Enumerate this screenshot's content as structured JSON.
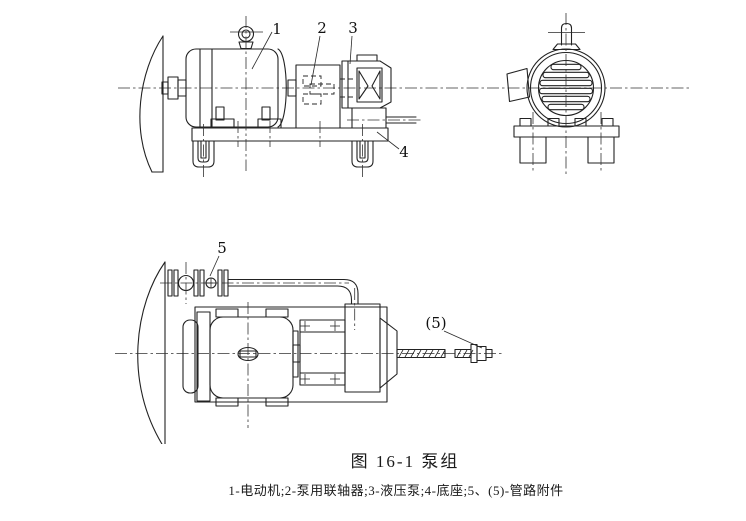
{
  "figure": {
    "caption": "图 16-1  泵组",
    "legend": "1-电动机;2-泵用联轴器;3-液压泵;4-底座;5、(5)-管路附件",
    "callouts": {
      "motor": "1",
      "coupling": "2",
      "pump": "3",
      "base": "4",
      "pipe_fitting": "5",
      "pipe_fitting_alt": "(5)"
    },
    "colors": {
      "line": "#222222",
      "background": "#ffffff",
      "text": "#1a1a1a"
    }
  }
}
